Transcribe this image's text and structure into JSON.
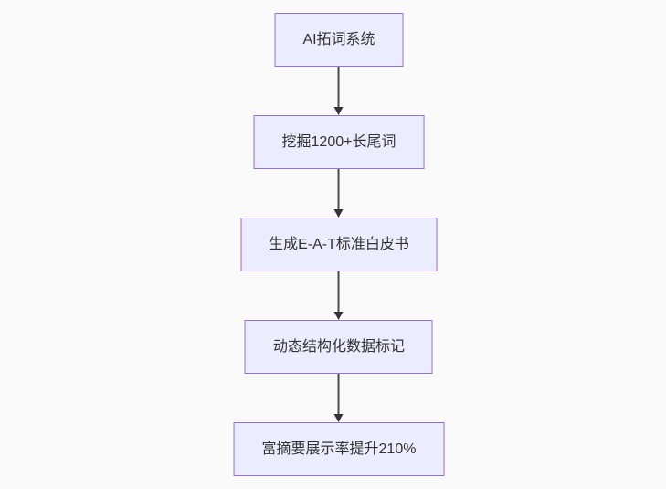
{
  "diagram": {
    "type": "flowchart",
    "direction": "top-down",
    "nodes": [
      {
        "label": "AI拓词系统"
      },
      {
        "label": "挖掘1200+长尾词"
      },
      {
        "label": "生成E-A-T标准白皮书"
      },
      {
        "label": "动态结构化数据标记"
      },
      {
        "label": "富摘要展示率提升210%"
      }
    ],
    "edges": [
      {
        "from": 0,
        "to": 1
      },
      {
        "from": 1,
        "to": 2
      },
      {
        "from": 2,
        "to": 3
      },
      {
        "from": 3,
        "to": 4
      }
    ],
    "colors": {
      "node_fill": "#ECECFF",
      "node_border": "#9370DB",
      "edge_line": "#4d4d4d",
      "arrow_head": "#333333",
      "text": "#333333",
      "background": "#fafafa"
    }
  }
}
